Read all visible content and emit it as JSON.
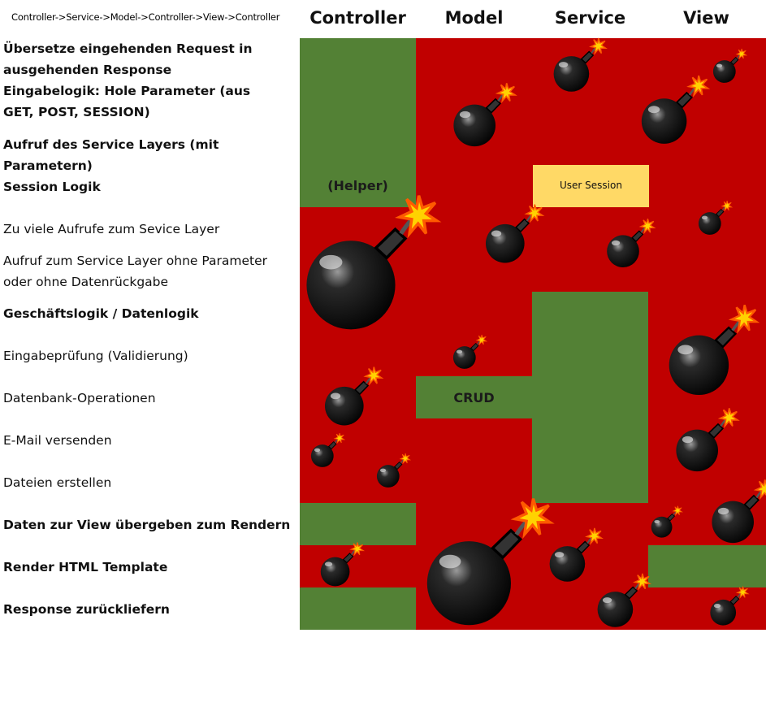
{
  "header": {
    "flow": "Controller->Service->Model->Controller->View->Controller",
    "columns": [
      "Controller",
      "Model",
      "Service",
      "View"
    ]
  },
  "rows": [
    {
      "lines": [
        "Übersetze eingehenden Request in",
        "ausgehenden Response"
      ],
      "bold": true
    },
    {
      "lines": [
        "Eingabelogik: Hole Parameter (aus",
        "GET, POST, SESSION)"
      ],
      "bold": true
    },
    {
      "lines": [
        "Aufruf des Service Layers (mit Parametern)"
      ],
      "bold": true
    },
    {
      "lines": [
        "Session Logik"
      ],
      "bold": true
    },
    {
      "lines": [
        "Zu viele Aufrufe zum Sevice Layer"
      ],
      "bold": false
    },
    {
      "lines": [
        "Aufruf zum Service Layer ohne Parameter",
        "oder ohne Datenrückgabe"
      ],
      "bold": false
    },
    {
      "lines": [
        "Geschäftslogik / Datenlogik"
      ],
      "bold": true
    },
    {
      "lines": [
        "Eingabeprüfung (Validierung)"
      ],
      "bold": false
    },
    {
      "lines": [
        "Datenbank-Operationen"
      ],
      "bold": false
    },
    {
      "lines": [
        "E-Mail versenden"
      ],
      "bold": false
    },
    {
      "lines": [
        "Dateien erstellen"
      ],
      "bold": false
    },
    {
      "lines": [
        "Daten zur View übergeben zum Rendern"
      ],
      "bold": true
    },
    {
      "lines": [
        "Render HTML Template"
      ],
      "bold": true
    },
    {
      "lines": [
        "Response zurückliefern"
      ],
      "bold": true
    }
  ],
  "grid": [
    [
      "G",
      "R",
      "R",
      "R"
    ],
    [
      "G",
      "R",
      "R",
      "R"
    ],
    [
      "G",
      "R",
      "R",
      "R"
    ],
    [
      "G",
      "R",
      "R",
      "R"
    ],
    [
      "R",
      "R",
      "R",
      "R"
    ],
    [
      "R",
      "R",
      "R",
      "R"
    ],
    [
      "R",
      "R",
      "G",
      "R"
    ],
    [
      "R",
      "R",
      "G",
      "R"
    ],
    [
      "R",
      "G",
      "G",
      "R"
    ],
    [
      "R",
      "R",
      "G",
      "R"
    ],
    [
      "R",
      "R",
      "G",
      "R"
    ],
    [
      "G",
      "R",
      "R",
      "R"
    ],
    [
      "R",
      "R",
      "R",
      "G"
    ],
    [
      "G",
      "R",
      "R",
      "R"
    ]
  ],
  "cell_labels": {
    "helper": "(Helper)",
    "user_session": "User Session",
    "crud": "CRUD"
  },
  "colors": {
    "red": "#c00000",
    "green": "#538135",
    "yellow": "#ffd966"
  },
  "icons": [
    "bomb-icon"
  ]
}
